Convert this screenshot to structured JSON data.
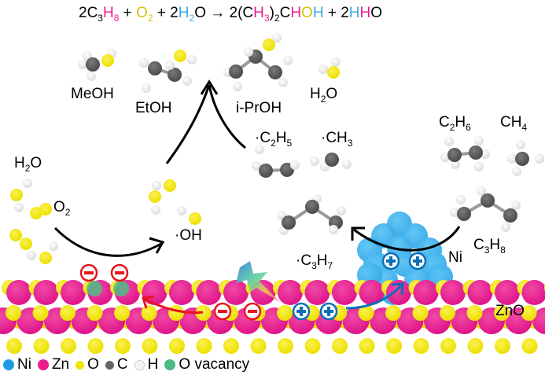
{
  "equation": {
    "parts": [
      {
        "t": "2C",
        "c": "black"
      },
      {
        "t": "3",
        "sub": true,
        "c": "black"
      },
      {
        "t": "H",
        "c": "pink"
      },
      {
        "t": "8",
        "sub": true,
        "c": "pink"
      },
      {
        "t": " + ",
        "c": "black"
      },
      {
        "t": "O",
        "c": "yel"
      },
      {
        "t": "2",
        "sub": true,
        "c": "yel"
      },
      {
        "t": " + 2",
        "c": "black"
      },
      {
        "t": "H",
        "c": "blue"
      },
      {
        "t": "2",
        "sub": true,
        "c": "blue"
      },
      {
        "t": "O → 2(C",
        "c": "black"
      },
      {
        "t": "H",
        "c": "pink"
      },
      {
        "t": "3",
        "sub": true,
        "c": "pink"
      },
      {
        "t": ")",
        "c": "black"
      },
      {
        "t": "2",
        "sub": true,
        "c": "black"
      },
      {
        "t": "C",
        "c": "black"
      },
      {
        "t": "H",
        "c": "pink"
      },
      {
        "t": "O",
        "c": "yel"
      },
      {
        "t": "H",
        "c": "blue"
      },
      {
        "t": " + 2",
        "c": "black"
      },
      {
        "t": "H",
        "c": "blue"
      },
      {
        "t": "H",
        "c": "pink"
      },
      {
        "t": "O",
        "c": "black"
      }
    ]
  },
  "labels": {
    "meoh": "MeOH",
    "etoh": "EtOH",
    "iproh": "i-PrOH",
    "h2o_top": {
      "main": "H",
      "sub": "2",
      "tail": "O"
    },
    "c2h5": {
      "parts": [
        [
          "·C",
          ""
        ],
        [
          "2",
          "sub"
        ],
        [
          "H",
          ""
        ],
        [
          "5",
          "sub"
        ]
      ]
    },
    "ch3": {
      "parts": [
        [
          "·CH",
          ""
        ],
        [
          "3",
          "sub"
        ]
      ]
    },
    "c2h6": {
      "parts": [
        [
          "C",
          ""
        ],
        [
          "2",
          "sub"
        ],
        [
          "H",
          ""
        ],
        [
          "6",
          "sub"
        ]
      ]
    },
    "ch4": {
      "parts": [
        [
          "CH",
          ""
        ],
        [
          "4",
          "sub"
        ]
      ]
    },
    "h2o_left": {
      "parts": [
        [
          "H",
          ""
        ],
        [
          "2",
          "sub"
        ],
        [
          "O",
          ""
        ]
      ]
    },
    "o2": {
      "parts": [
        [
          "O",
          ""
        ],
        [
          "2",
          "sub"
        ]
      ]
    },
    "oh": "·OH",
    "c3h7": {
      "parts": [
        [
          "·C",
          ""
        ],
        [
          "3",
          "sub"
        ],
        [
          "H",
          ""
        ],
        [
          "7",
          "sub"
        ]
      ]
    },
    "c3h8": {
      "parts": [
        [
          "C",
          ""
        ],
        [
          "3",
          "sub"
        ],
        [
          "H",
          ""
        ],
        [
          "8",
          "sub"
        ]
      ]
    },
    "ni": "Ni",
    "zno": "ZnO"
  },
  "legend": [
    {
      "label": "Ni",
      "color": "#1e9be6",
      "size": "big"
    },
    {
      "label": "Zn",
      "color": "#ec1c8c",
      "size": "big"
    },
    {
      "label": "O",
      "color": "#f2e600",
      "size": "small"
    },
    {
      "label": "C",
      "color": "#666666",
      "size": "small"
    },
    {
      "label": "H",
      "color": "#f4f4f4",
      "size": "small"
    },
    {
      "label": "O vacancy",
      "color": "#4dbb85",
      "size": "big"
    }
  ],
  "colors": {
    "zn": "#ec1c8c",
    "o": "#f2e600",
    "c": "#5a5a5a",
    "h": "#f2f2f2",
    "ni": "#42b4ef",
    "vacancy": "#4dbb85",
    "electron": "#e8141e",
    "hole": "#0b6fb8"
  }
}
